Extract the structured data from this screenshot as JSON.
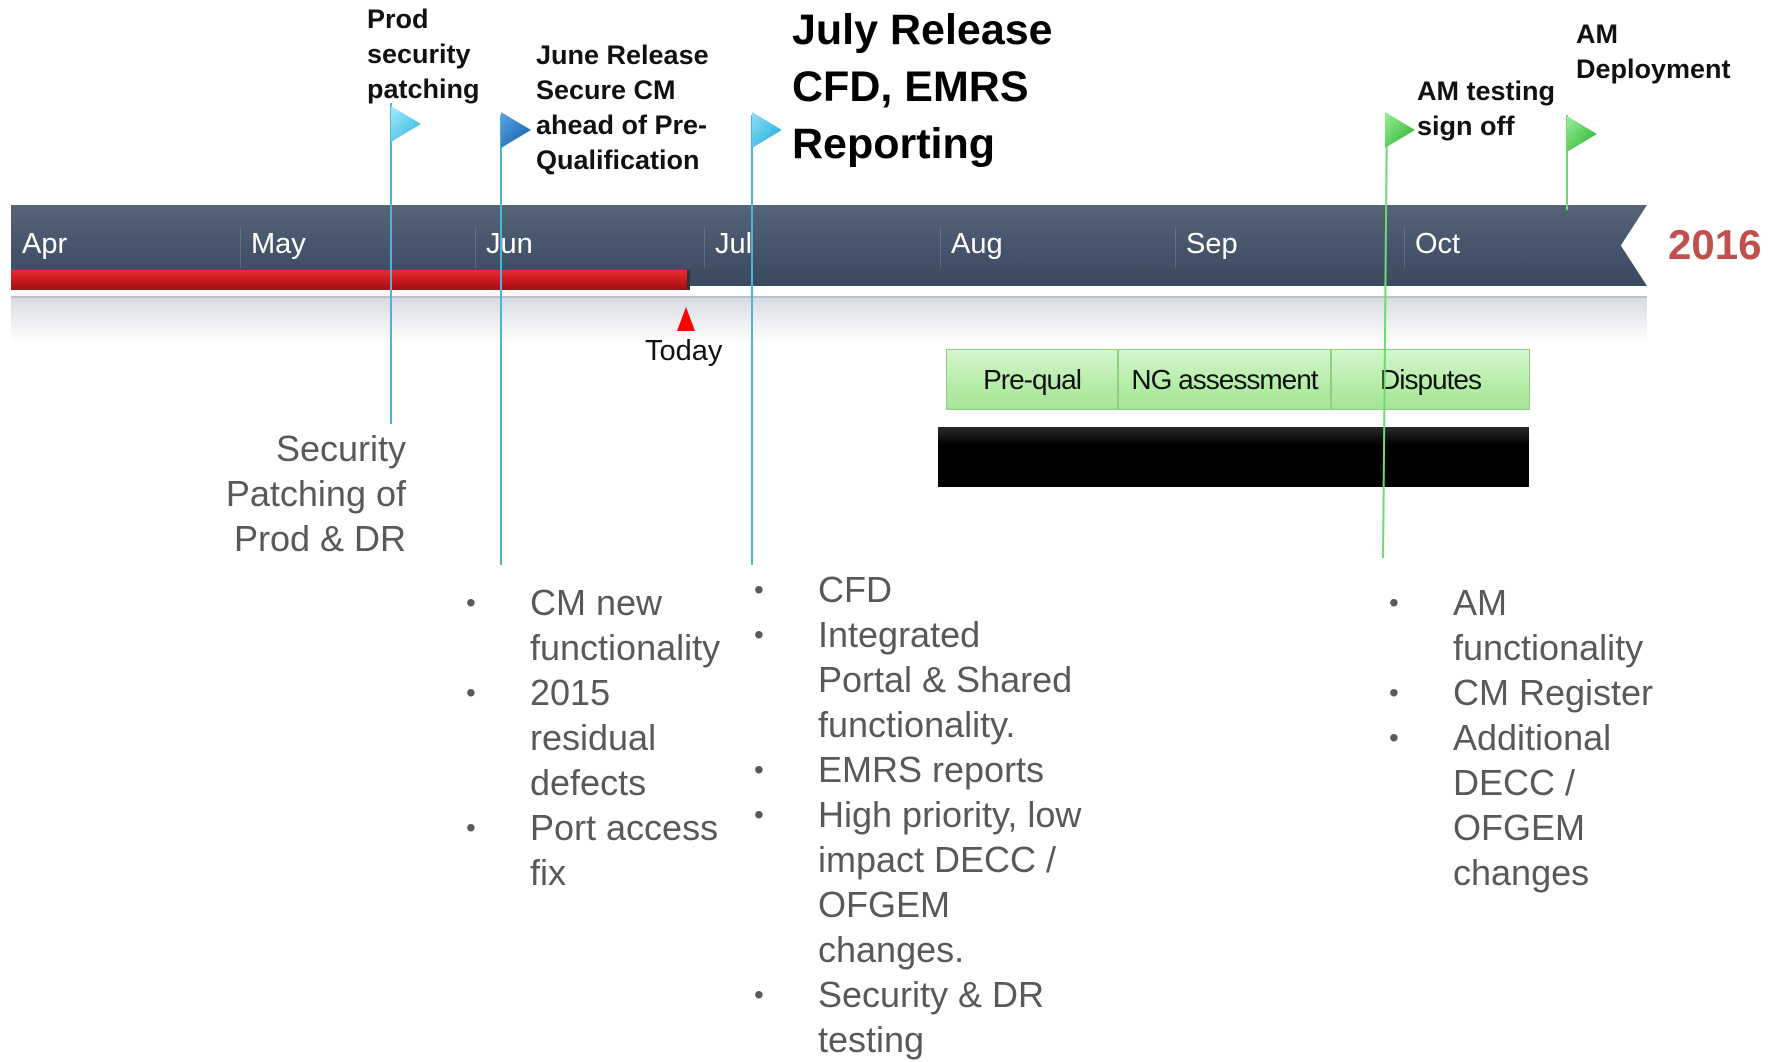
{
  "year": "2016",
  "months": [
    "Apr",
    "May",
    "Jun",
    "Jul",
    "Aug",
    "Sep",
    "Oct"
  ],
  "today_label": "Today",
  "milestones": [
    {
      "label": "Prod\nsecurity\npatching",
      "color": "#3fc6e6"
    },
    {
      "label": "June Release\nSecure CM\nahead of Pre-\nQualification",
      "color": "#1f76c6"
    },
    {
      "label": "July Release\nCFD, EMRS\nReporting",
      "color": "#2cb8e2"
    },
    {
      "label": "AM testing\nsign off",
      "color": "#3ec93e"
    },
    {
      "label": "AM\nDeployment",
      "color": "#3ec93e"
    }
  ],
  "phases": [
    "Pre-qual",
    "NG assessment",
    "Disputes"
  ],
  "descriptions": {
    "security": "Security\nPatching of\nProd & DR",
    "june": [
      "CM new\nfunctionality",
      "2015\nresidual\ndefects",
      "Port access\nfix"
    ],
    "july": [
      "CFD",
      "Integrated\nPortal & Shared\nfunctionality.",
      "EMRS reports",
      "High priority, low\nimpact DECC /\nOFGEM\nchanges.",
      "Security & DR\ntesting"
    ],
    "am": [
      "AM\nfunctionality",
      "CM Register",
      "Additional\nDECC /\nOFGEM\nchanges"
    ]
  },
  "colors": {
    "timeline": "#4a586e",
    "progress": "#d21f27",
    "year": "#c0504d",
    "phase": "#b7eeaa",
    "text_gray": "#595959"
  }
}
